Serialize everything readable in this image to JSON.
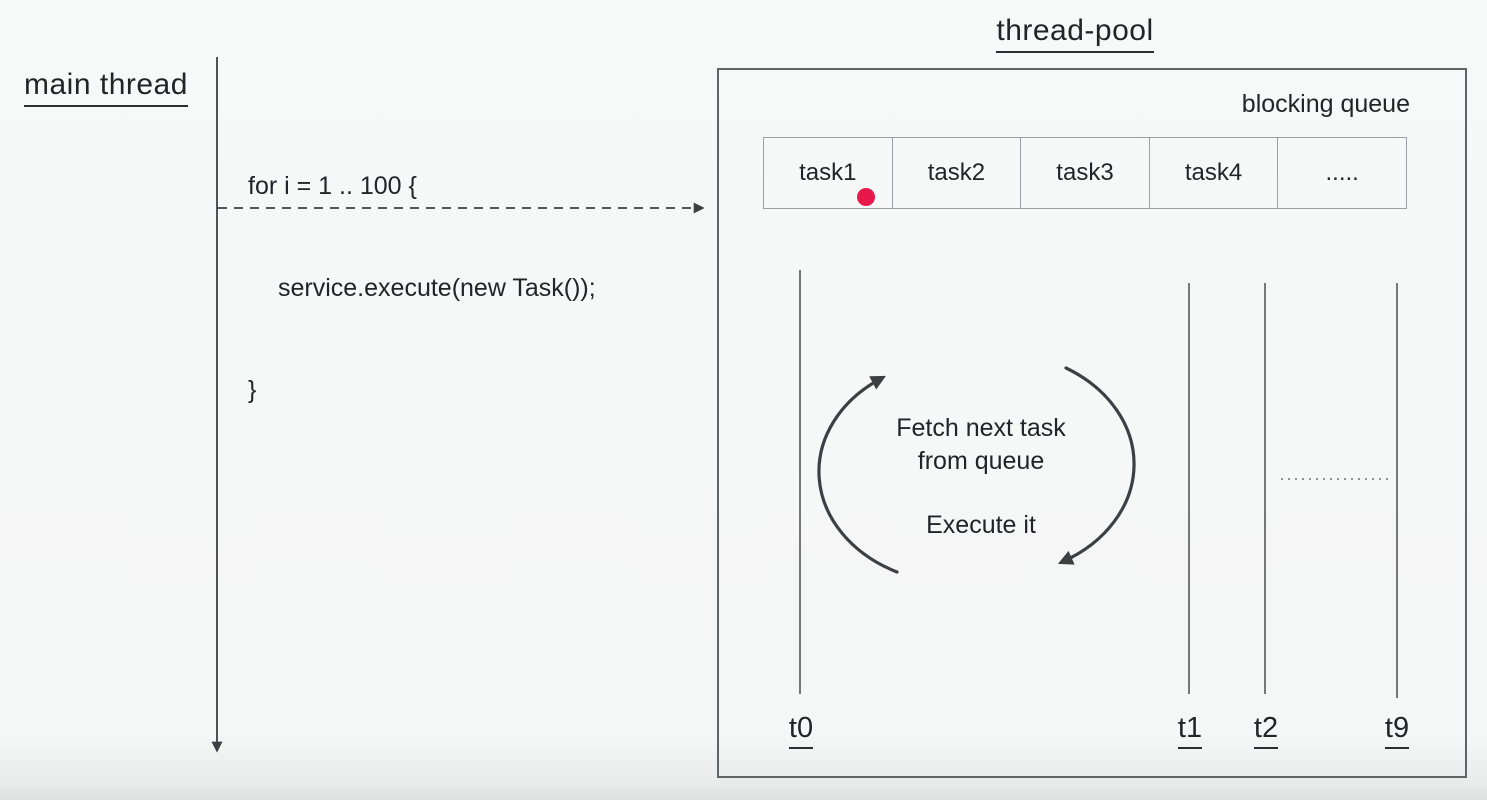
{
  "main_thread": {
    "label": "main thread",
    "code": {
      "line1": "for i = 1 .. 100 {",
      "line2": "service.execute(new Task());",
      "line3": "}"
    }
  },
  "thread_pool": {
    "title": "thread-pool",
    "queue": {
      "label": "blocking queue",
      "cells": [
        "task1",
        "task2",
        "task3",
        "task4",
        "....."
      ]
    },
    "worker_loop": {
      "line1": "Fetch next task",
      "line2": "from queue",
      "line3": "Execute it"
    },
    "threads": [
      "t0",
      "t1",
      "t2",
      "t9"
    ]
  },
  "colors": {
    "background": "#f6f7f7",
    "ink": "#222427",
    "line": "#3c4043",
    "box_border": "#5f6469",
    "cell_border": "#9aa0a6",
    "task_marker_red": "#e8194a"
  }
}
